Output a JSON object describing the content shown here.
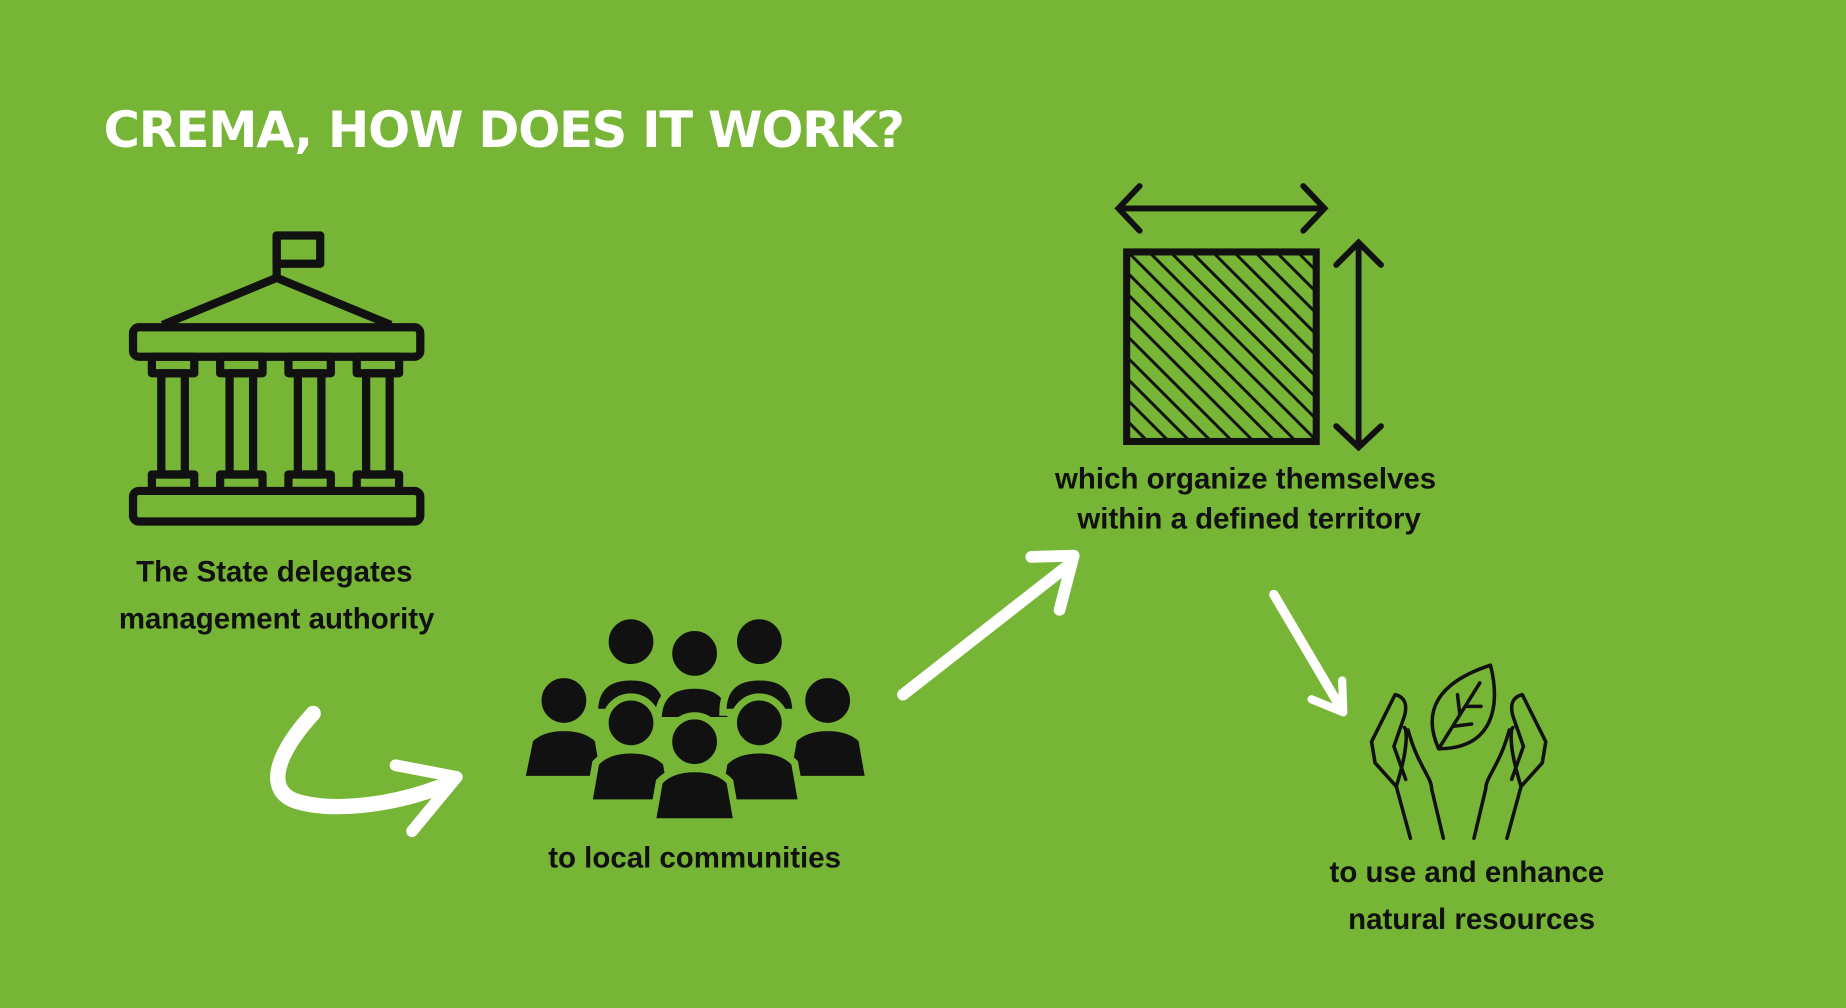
{
  "title": "CREMA, HOW DOES IT WORK?",
  "colors": {
    "background": "#76b535",
    "icon": "#111111",
    "arrow": "#ffffff"
  },
  "steps": [
    {
      "icon": "government-building-icon",
      "lines": [
        "The State delegates",
        "management authority"
      ]
    },
    {
      "icon": "community-people-icon",
      "lines": [
        "to local communities"
      ]
    },
    {
      "icon": "territory-area-icon",
      "lines": [
        "which organize themselves",
        "within a defined territory"
      ]
    },
    {
      "icon": "hands-leaf-icon",
      "lines": [
        "to use and enhance",
        "natural resources"
      ]
    }
  ]
}
